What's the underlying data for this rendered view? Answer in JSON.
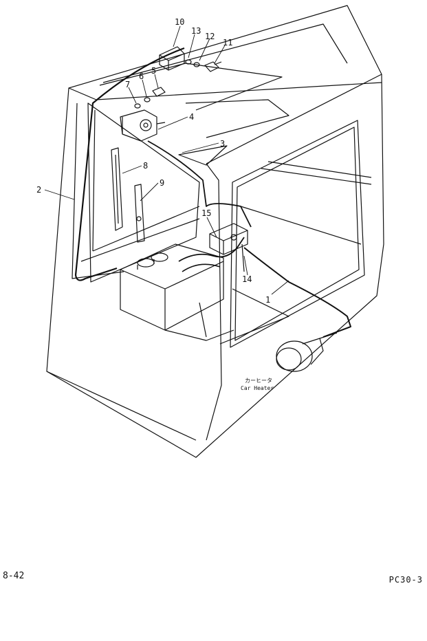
{
  "callouts": {
    "c1": "1",
    "c2": "2",
    "c3": "3",
    "c4": "4",
    "c5": "5",
    "c6": "6",
    "c7": "7",
    "c8": "8",
    "c9": "9",
    "c10": "10",
    "c11": "11",
    "c12": "12",
    "c13": "13",
    "c14": "14",
    "c15": "15"
  },
  "heater_label_jp": "カーヒータ",
  "heater_label_en": "Car Heater",
  "footer": {
    "page_number": "8-42",
    "model_code": "PC30-3"
  },
  "colors": {
    "ink": "#111111",
    "paper": "#ffffff"
  }
}
